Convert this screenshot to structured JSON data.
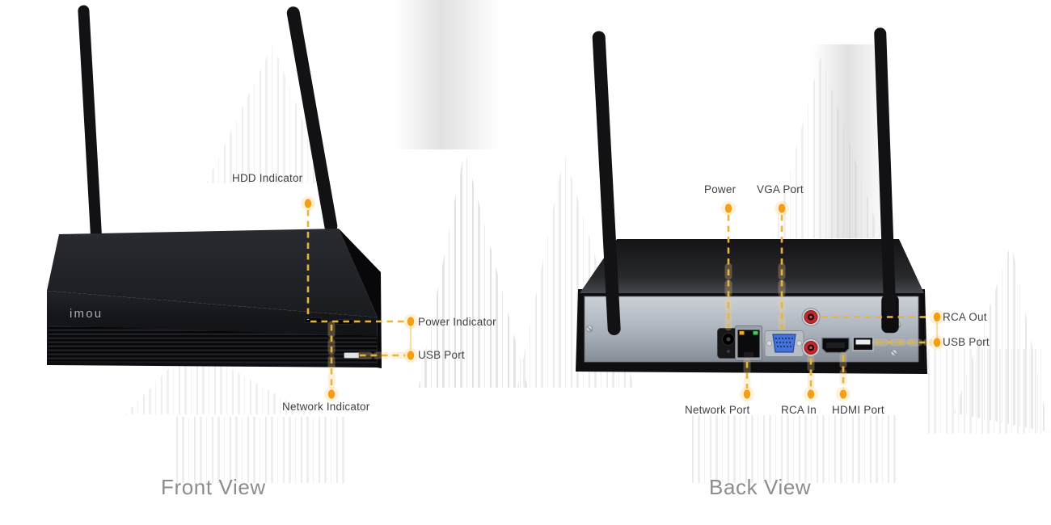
{
  "front_view": {
    "caption": "Front View",
    "device_logo": "imou",
    "callouts": {
      "hdd_indicator": "HDD Indicator",
      "power_indicator": "Power Indicator",
      "usb_port": "USB Port",
      "network_indicator": "Network Indicator"
    }
  },
  "back_view": {
    "caption": "Back View",
    "callouts": {
      "power": "Power",
      "vga_port": "VGA Port",
      "rca_out": "RCA Out",
      "usb_port": "USB Port",
      "network_port": "Network Port",
      "rca_in": "RCA In",
      "hdmi_port": "HDMI Port"
    }
  },
  "colors": {
    "callout_line": "#e8b440",
    "callout_dot": "#f59d15",
    "label_text": "#414141",
    "caption_text": "#8d8d8d",
    "device_chassis": "#141416",
    "back_panel": "#b3bac2",
    "vga_connector": "#4472d8",
    "rca_jack": "#c3272b",
    "ethernet_led_left": "#f2a71f",
    "ethernet_led_right": "#46c556"
  }
}
